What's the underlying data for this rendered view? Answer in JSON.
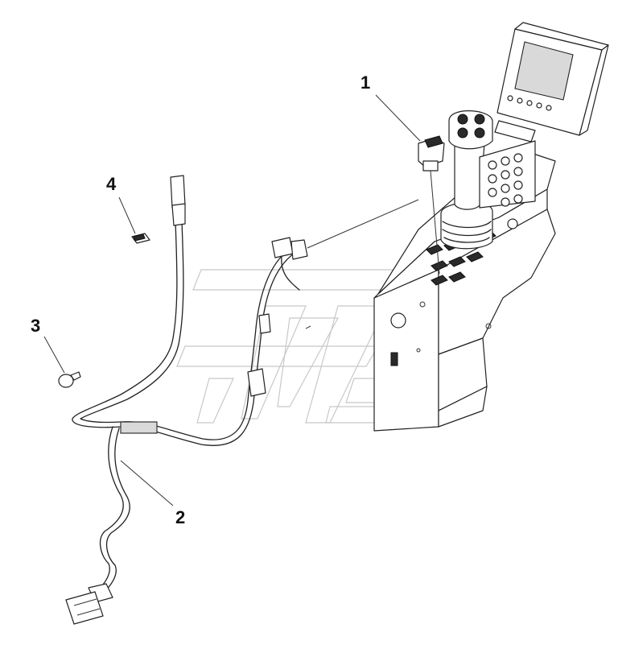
{
  "diagram": {
    "callouts": [
      {
        "id": "1",
        "text": "1"
      },
      {
        "id": "2",
        "text": "2"
      },
      {
        "id": "3",
        "text": "3"
      },
      {
        "id": "4",
        "text": "4"
      }
    ],
    "colors": {
      "line": "#222222",
      "background": "#ffffff",
      "watermark": "#c8c8c8"
    }
  }
}
